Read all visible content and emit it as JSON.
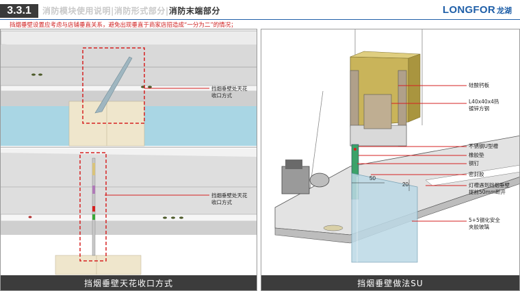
{
  "header": {
    "section_number": "3.3.1",
    "breadcrumb_1": "消防模块使用说明",
    "breadcrumb_2": "消防形式部分",
    "breadcrumb_current": "消防末端部分",
    "separator": "|",
    "logo_text": "LONGFOR",
    "logo_cn": "龙湖"
  },
  "note": "挡烟垂壁设置应考虑与店铺垂直关系，避免出现垂直于商家店招造成“一分为二”的情况；",
  "left_panel": {
    "callout_top": [
      "挡烟垂壁处天花",
      "收口方式"
    ],
    "callout_bottom": [
      "挡烟垂壁处天花",
      "收口方式"
    ],
    "caption": "挡烟垂壁天花收口方式"
  },
  "right_panel": {
    "labels": {
      "board": "硅酸钙板",
      "steel_line1": "L40x40x4热",
      "steel_line2": "镀锌方钢",
      "u_channel": "不锈钢U型槽",
      "rubber_pad": "橡胶垫",
      "steel_nail": "钢钉",
      "sealant": "密封胶",
      "light_slot_line1": "灯槽遇到挡烟垂壁",
      "light_slot_line2": "提前50mm断开",
      "glass_line1": "5+5钢化安全",
      "glass_line2": "夹胶玻璃"
    },
    "dimensions": {
      "d50": "50",
      "d20": "20"
    },
    "caption": "挡烟垂壁做法SU"
  },
  "colors": {
    "accent_blue": "#1f5fa8",
    "callout_red": "#d62020",
    "caption_bg": "#3c3c3c",
    "board_yellow": "#c9b45a",
    "glass_blue": "#bcd9e6"
  }
}
